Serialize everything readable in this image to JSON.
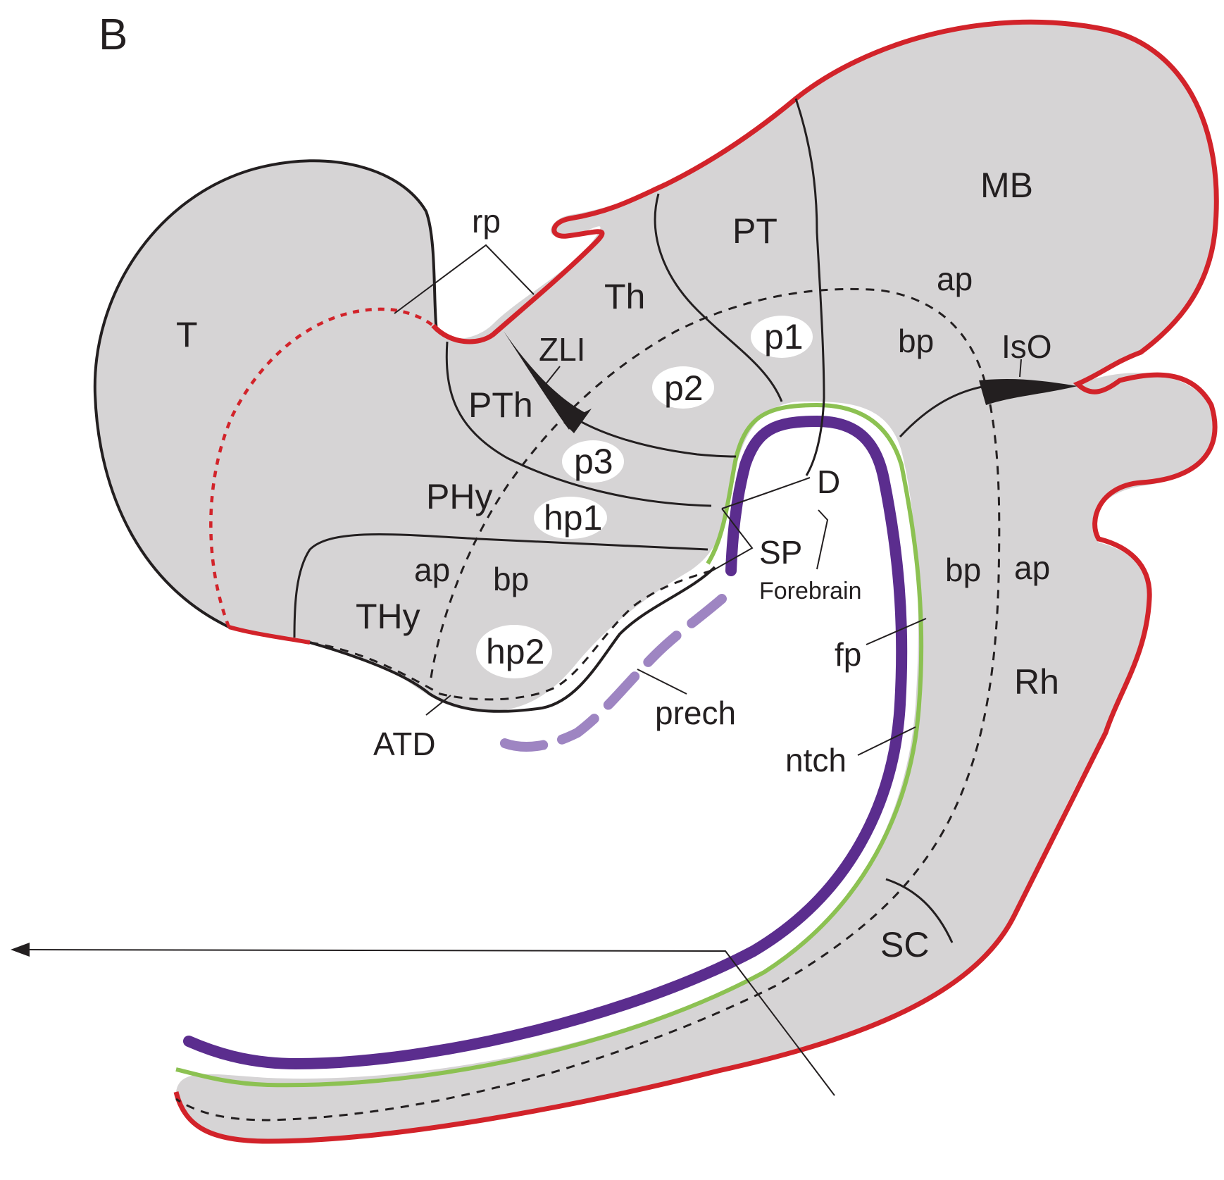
{
  "panel_label": "B",
  "colors": {
    "tissue": "#d6d4d5",
    "outline": "#231f20",
    "roof_plate": "#d2232a",
    "floor_plate": "#8cc152",
    "notochord": "#5b2d8e",
    "prechordal": "#9e85c2"
  },
  "regions": {
    "T": "T",
    "Th": "Th",
    "PT": "PT",
    "MB": "MB",
    "PTh": "PTh",
    "PHy": "PHy",
    "THy": "THy",
    "Rh": "Rh",
    "SC": "SC"
  },
  "markers": {
    "rp": "rp",
    "ZLI": "ZLI",
    "IsO": "IsO",
    "ap_top": "ap",
    "bp_top": "bp",
    "ap_left": "ap",
    "bp_left": "bp",
    "bp_right": "bp",
    "ap_right": "ap",
    "D": "D",
    "SP": "SP",
    "forebrain": "Forebrain",
    "fp": "fp",
    "ntch": "ntch",
    "prech": "prech",
    "ATD": "ATD"
  },
  "prosomeres": {
    "p1": "p1",
    "p2": "p2",
    "p3": "p3",
    "hp1": "hp1",
    "hp2": "hp2"
  }
}
